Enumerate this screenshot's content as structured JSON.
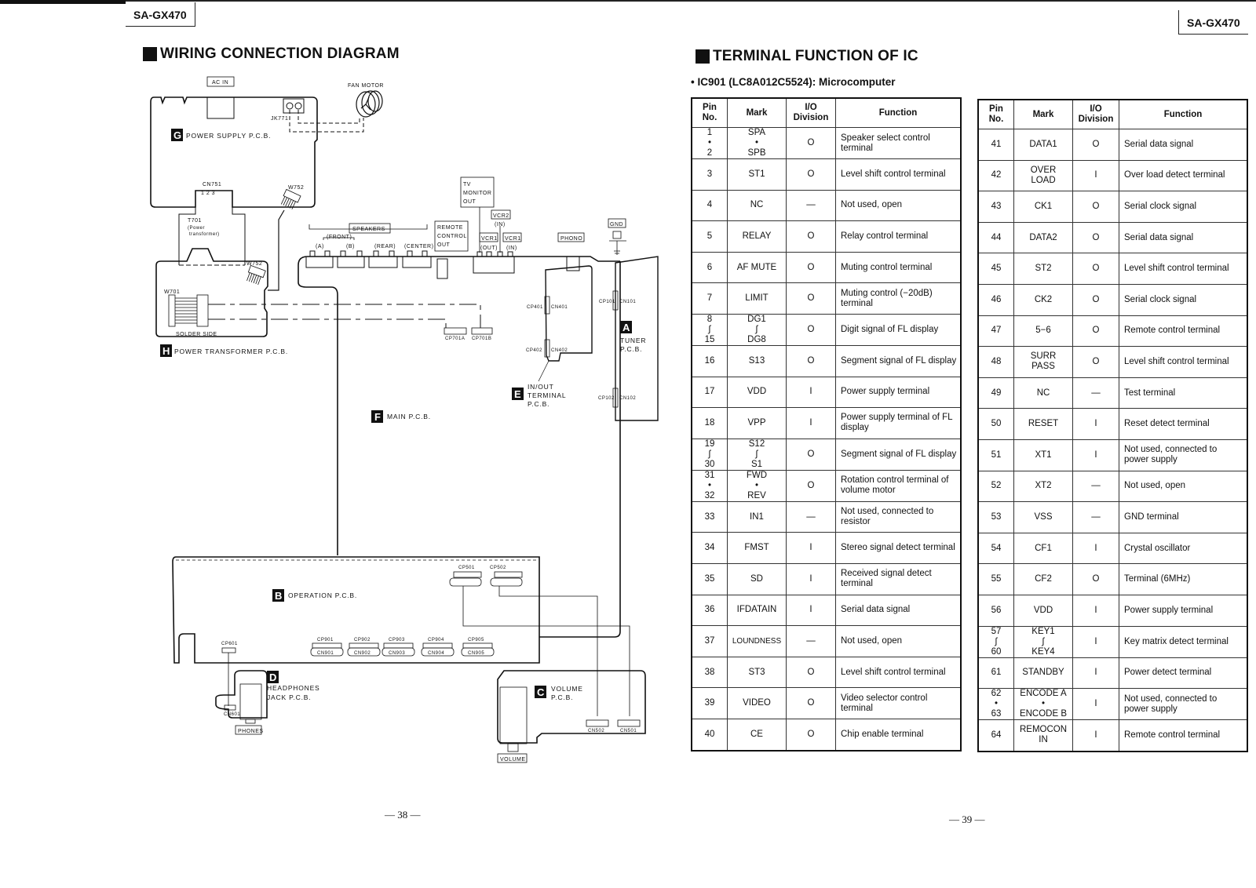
{
  "header": {
    "model_left": "SA-GX470",
    "model_right": "SA-GX470"
  },
  "left_page": {
    "title": "WIRING CONNECTION DIAGRAM",
    "page_number": "— 38 —",
    "diagram": {
      "labels": {
        "ac_in": "AC IN",
        "fan_motor": "FAN MOTOR",
        "jk771": "JK771",
        "cn751": "CN751",
        "cn751_pins": "1 2 3",
        "w752_top": "W752",
        "w752_bottom": "W752",
        "w701": "W701",
        "t701": "T701",
        "t701_desc1": "(Power",
        "t701_desc2": "transformer)",
        "solder_side": "SOLDER SIDE",
        "speakers": "SPEAKERS",
        "front": "(FRONT)",
        "a": "(A)",
        "b": "(B)",
        "rear": "(REAR)",
        "center": "(CENTER)",
        "remote_control_out_1": "REMOTE",
        "remote_control_out_2": "CONTROL",
        "remote_control_out_3": "OUT",
        "tv_monitor_out_1": "TV",
        "tv_monitor_out_2": "MONITOR",
        "tv_monitor_out_3": "OUT",
        "vcr2": "VCR2",
        "vcr2_in": "(IN)",
        "vcr1_out": "VCR1",
        "vcr1_out_sub": "(OUT)",
        "vcr1_in": "VCR1",
        "vcr1_in_sub": "(IN)",
        "phono": "PHONO",
        "gnd": "GND",
        "cp701a": "CP701A",
        "cp701b": "CP701B",
        "cp401": "CP401",
        "cn401": "CN401",
        "cp402": "CP402",
        "cn402": "CN402",
        "cp101": "CP101",
        "cn101": "CN101",
        "cp102": "CP102",
        "cn102": "CN102",
        "cp501": "CP501",
        "cp502": "CP502",
        "cp601": "CP601",
        "cn601": "CN601",
        "cp901": "CP901",
        "cn901": "CN901",
        "cp902": "CP902",
        "cn902": "CN902",
        "cp903": "CP903",
        "cn903": "CN903",
        "cp904": "CP904",
        "cn904": "CN904",
        "cp905": "CP905",
        "cn905": "CN905",
        "cn502": "CN502",
        "cn501": "CN501",
        "phones": "PHONES",
        "volume": "VOLUME"
      },
      "boards": [
        {
          "letter": "G",
          "name": "POWER SUPPLY P.C.B."
        },
        {
          "letter": "H",
          "name": "POWER TRANSFORMER P.C.B."
        },
        {
          "letter": "A",
          "name_1": "TUNER",
          "name_2": "P.C.B."
        },
        {
          "letter": "E",
          "name_1": "IN/OUT",
          "name_2": "TERMINAL",
          "name_3": "P.C.B."
        },
        {
          "letter": "F",
          "name": "MAIN P.C.B."
        },
        {
          "letter": "B",
          "name": "OPERATION P.C.B."
        },
        {
          "letter": "D",
          "name_1": "HEADPHONES",
          "name_2": "JACK P.C.B."
        },
        {
          "letter": "C",
          "name_1": "VOLUME",
          "name_2": "P.C.B."
        }
      ]
    }
  },
  "right_page": {
    "title": "TERMINAL FUNCTION OF IC",
    "subtitle": "• IC901 (LC8A012C5524): Microcomputer",
    "page_number": "— 39 —",
    "columns": [
      "Pin No.",
      "Mark",
      "I/O Division",
      "Function"
    ],
    "column_lines": {
      "pin": [
        "Pin",
        "No."
      ],
      "io": [
        "I/O",
        "Division"
      ]
    },
    "table_left": [
      {
        "pin": "1\n•\n2",
        "mark": "SPA\n•\nSPB",
        "io": "O",
        "function": "Speaker select control terminal"
      },
      {
        "pin": "3",
        "mark": "ST1",
        "io": "O",
        "function": "Level shift control terminal"
      },
      {
        "pin": "4",
        "mark": "NC",
        "io": "—",
        "function": "Not used, open"
      },
      {
        "pin": "5",
        "mark": "RELAY",
        "io": "O",
        "function": "Relay control terminal"
      },
      {
        "pin": "6",
        "mark": "AF MUTE",
        "io": "O",
        "function": "Muting control terminal"
      },
      {
        "pin": "7",
        "mark": "LIMIT",
        "io": "O",
        "function": "Muting control (−20dB) terminal"
      },
      {
        "pin": "8\n∫\n15",
        "mark": "DG1\n∫\nDG8",
        "io": "O",
        "function": "Digit signal of FL display"
      },
      {
        "pin": "16",
        "mark": "S13",
        "io": "O",
        "function": "Segment signal of FL display"
      },
      {
        "pin": "17",
        "mark": "VDD",
        "io": "I",
        "function": "Power supply terminal"
      },
      {
        "pin": "18",
        "mark": "VPP",
        "io": "I",
        "function": "Power supply terminal of FL display"
      },
      {
        "pin": "19\n∫\n30",
        "mark": "S12\n∫\nS1",
        "io": "O",
        "function": "Segment signal of FL display"
      },
      {
        "pin": "31\n•\n32",
        "mark": "FWD\n•\nREV",
        "io": "O",
        "function": "Rotation control terminal of volume motor"
      },
      {
        "pin": "33",
        "mark": "IN1",
        "io": "—",
        "function": "Not used, connected to resistor"
      },
      {
        "pin": "34",
        "mark": "FMST",
        "io": "I",
        "function": "Stereo signal detect terminal"
      },
      {
        "pin": "35",
        "mark": "SD",
        "io": "I",
        "function": "Received signal detect terminal"
      },
      {
        "pin": "36",
        "mark": "IFDATAIN",
        "io": "I",
        "function": "Serial data signal"
      },
      {
        "pin": "37",
        "mark": "LOUNDNESS",
        "io": "—",
        "function": "Not used, open"
      },
      {
        "pin": "38",
        "mark": "ST3",
        "io": "O",
        "function": "Level shift control terminal"
      },
      {
        "pin": "39",
        "mark": "VIDEO",
        "io": "O",
        "function": "Video selector control terminal"
      },
      {
        "pin": "40",
        "mark": "CE",
        "io": "O",
        "function": "Chip enable terminal"
      }
    ],
    "table_right": [
      {
        "pin": "41",
        "mark": "DATA1",
        "io": "O",
        "function": "Serial data signal"
      },
      {
        "pin": "42",
        "mark": "OVER\nLOAD",
        "io": "I",
        "function": "Over load detect terminal"
      },
      {
        "pin": "43",
        "mark": "CK1",
        "io": "O",
        "function": "Serial clock signal"
      },
      {
        "pin": "44",
        "mark": "DATA2",
        "io": "O",
        "function": "Serial data signal"
      },
      {
        "pin": "45",
        "mark": "ST2",
        "io": "O",
        "function": "Level shift control terminal"
      },
      {
        "pin": "46",
        "mark": "CK2",
        "io": "O",
        "function": "Serial clock signal"
      },
      {
        "pin": "47",
        "mark": "5−6",
        "io": "O",
        "function": "Remote control terminal"
      },
      {
        "pin": "48",
        "mark": "SURR\nPASS",
        "io": "O",
        "function": "Level shift control terminal"
      },
      {
        "pin": "49",
        "mark": "NC",
        "io": "—",
        "function": "Test terminal"
      },
      {
        "pin": "50",
        "mark": "RESET",
        "io": "I",
        "function": "Reset detect terminal"
      },
      {
        "pin": "51",
        "mark": "XT1",
        "io": "I",
        "function": "Not used, connected to power supply"
      },
      {
        "pin": "52",
        "mark": "XT2",
        "io": "—",
        "function": "Not used, open"
      },
      {
        "pin": "53",
        "mark": "VSS",
        "io": "—",
        "function": "GND terminal"
      },
      {
        "pin": "54",
        "mark": "CF1",
        "io": "I",
        "function": "Crystal oscillator"
      },
      {
        "pin": "55",
        "mark": "CF2",
        "io": "O",
        "function": "Terminal (6MHz)"
      },
      {
        "pin": "56",
        "mark": "VDD",
        "io": "I",
        "function": "Power supply terminal"
      },
      {
        "pin": "57\n∫\n60",
        "mark": "KEY1\n∫\nKEY4",
        "io": "I",
        "function": "Key matrix detect terminal"
      },
      {
        "pin": "61",
        "mark": "STANDBY",
        "io": "I",
        "function": "Power detect terminal"
      },
      {
        "pin": "62\n•\n63",
        "mark": "ENCODE A\n•\nENCODE B",
        "io": "I",
        "function": "Not used, connected to power supply"
      },
      {
        "pin": "64",
        "mark": "REMOCON\nIN",
        "io": "I",
        "function": "Remote control terminal"
      }
    ]
  }
}
